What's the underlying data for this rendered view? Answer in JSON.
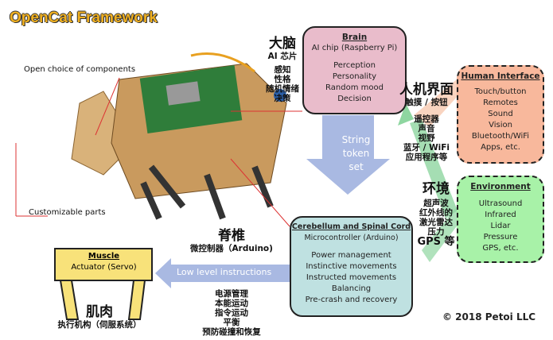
{
  "title": "OpenCat Framework",
  "annotations": {
    "open_choice": "Open choice of components",
    "customizable": "Customizable parts"
  },
  "brain": {
    "heading": "Brain",
    "subtitle": "AI chip (Raspberry Pi)",
    "items": [
      "Perception",
      "Personality",
      "Random mood",
      "Decision"
    ],
    "cn_title": "大脑",
    "cn_sub": "AI 芯片",
    "cn_items": [
      "感知",
      "性格",
      "随机情绪",
      "决策"
    ]
  },
  "human": {
    "heading": "Human Interface",
    "items": [
      "Touch/button",
      "Remotes",
      "Sound",
      "Vision",
      "Bluetooth/WiFi",
      "Apps, etc."
    ],
    "cn_title": "人机界面",
    "cn_items": [
      "触摸 / 按钮",
      "遥控器",
      "声音",
      "视野",
      "蓝牙 / WiFi",
      "应用程序等"
    ]
  },
  "environment": {
    "heading": "Environment",
    "items": [
      "Ultrasound",
      "Infrared",
      "Lidar",
      "Pressure",
      "GPS, etc."
    ],
    "cn_title": "环境",
    "cn_items": [
      "超声波",
      "红外线的",
      "激光雷达",
      "压力",
      "GPS 等"
    ]
  },
  "cerebellum": {
    "heading": "Cerebellum and Spinal Cord",
    "subtitle": "Microcontroller (Arduino)",
    "items": [
      "Power management",
      "Instinctive movements",
      "Instructed movements",
      "Balancing",
      "Pre-crash and recovery"
    ],
    "cn_title": "脊椎",
    "cn_sub": "微控制器（Arduino)",
    "cn_items": [
      "电源管理",
      "本能运动",
      "指令运动",
      "平衡",
      "预防碰撞和恢复"
    ]
  },
  "muscle": {
    "heading": "Muscle",
    "subtitle": "Actuator (Servo)",
    "cn_title": "肌肉",
    "cn_sub": "执行机构（伺服系统）"
  },
  "arrows": {
    "token": [
      "String",
      "token",
      "set"
    ],
    "low_level": "Low level instructions"
  },
  "copyright": "© 2018 Petoi LLC"
}
